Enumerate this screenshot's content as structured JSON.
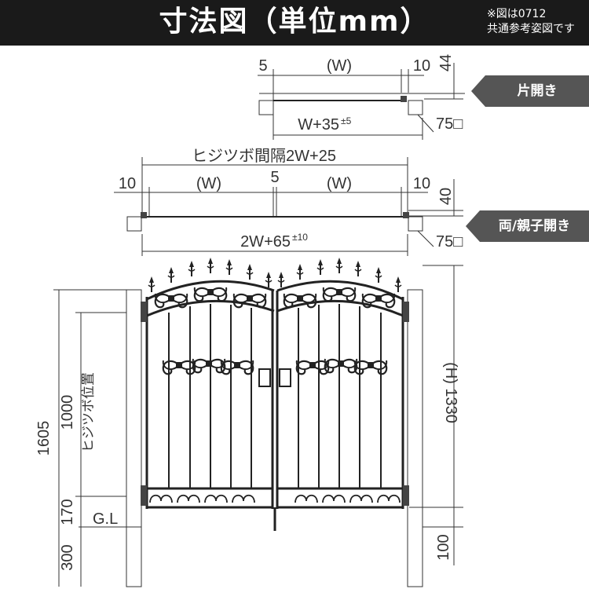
{
  "header": {
    "title": "寸法図（単位mm）",
    "note_line1": "※図は0712",
    "note_line2": "共通参考姿図です"
  },
  "tags": {
    "single": "片開き",
    "double": "両/親子開き"
  },
  "single_plan": {
    "left_offset": "5",
    "width": "(W)",
    "right_offset": "10",
    "depth": "44",
    "overall": "W+35",
    "overall_tol": "±5",
    "post": "75□"
  },
  "double_plan": {
    "pivot_spacing": "ヒジツボ間隔2W+25",
    "left_offset": "10",
    "left_width": "(W)",
    "center_gap": "5",
    "right_width": "(W)",
    "right_offset": "10",
    "depth": "40",
    "overall": "2W+65",
    "overall_tol": "±10",
    "post": "75□"
  },
  "elevation": {
    "post_height": "1605",
    "pivot_height": "1000",
    "pivot_label": "ヒジツボ位置",
    "lower_pivot": "170",
    "ground_label": "G.L",
    "embed": "300",
    "gate_height": "(H) 1330",
    "ground_clearance": "100"
  }
}
